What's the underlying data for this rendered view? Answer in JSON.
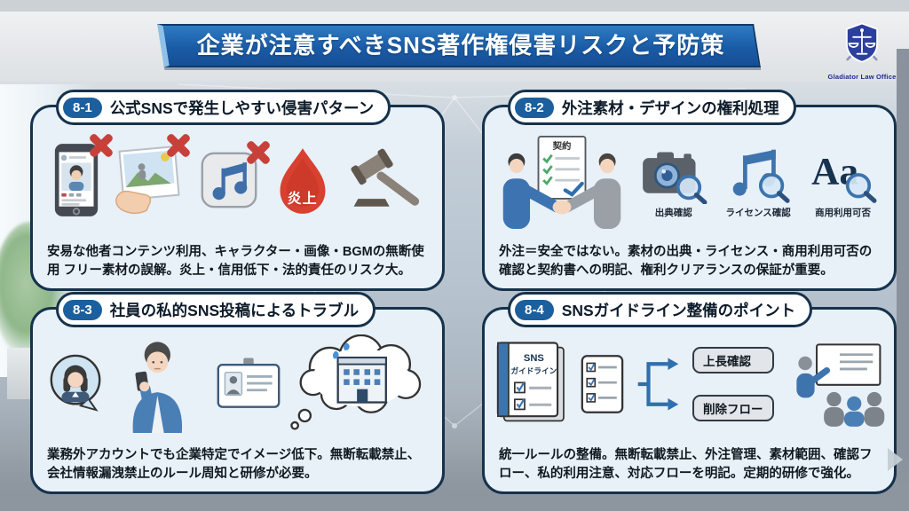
{
  "title": "企業が注意すべきSNS著作権侵害リスクと予防策",
  "logo": {
    "text": "Gladiator Law Office"
  },
  "sections": [
    {
      "badge": "8-1",
      "heading": "公式SNSで発生しやすい侵害パターン",
      "body": "安易な他者コンテンツ利用、キャラクター・画像・BGMの無断使用 フリー素材の誤解。炎上・信用低下・法的責任のリスク大。",
      "flame_label": "炎上"
    },
    {
      "badge": "8-2",
      "heading": "外注素材・デザインの権利処理",
      "body": "外注＝安全ではない。素材の出典・ライセンス・商用利用可否の確認と契約書への明記、権利クリアランスの保証が重要。",
      "contract_label": "契約",
      "aa_text": "Aa",
      "icon_labels": [
        "出典確認",
        "ライセンス確認",
        "商用利用可否"
      ]
    },
    {
      "badge": "8-3",
      "heading": "社員の私的SNS投稿によるトラブル",
      "body": "業務外アカウントでも企業特定でイメージ低下。無断転載禁止、会社情報漏洩禁止のルール周知と研修が必要。"
    },
    {
      "badge": "8-4",
      "heading": "SNSガイドライン整備のポイント",
      "body": "統一ルールの整備。無断転載禁止、外注管理、素材範囲、確認フロー、私的利用注意、対応フローを明記。定期的研修で強化。",
      "book_title_top": "SNS",
      "book_title_bottom": "ガイドライン",
      "flow_boxes": [
        "上長確認",
        "削除フロー"
      ]
    }
  ],
  "colors": {
    "accent_blue": "#1c5f9e",
    "navy_border": "#16324c",
    "card_bg": "#e8f0f8",
    "alert_red": "#c8403a",
    "flame_red": "#d8402f",
    "title_bar_blue": "#1a5ba6"
  }
}
